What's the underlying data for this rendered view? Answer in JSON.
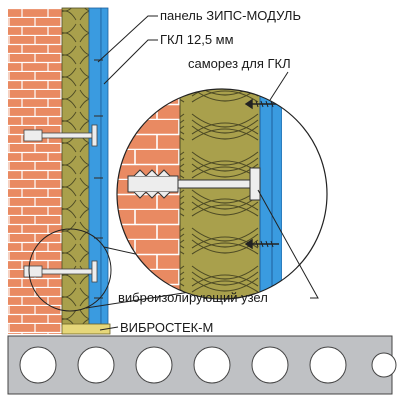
{
  "labels": {
    "panel": "панель ЗИПС-МОДУЛЬ",
    "gkl": "ГКЛ 12,5 мм",
    "screw": "саморез для ГКЛ",
    "node": "виброизолирующий узел",
    "vibrostek": "ВИБРОСТЕК-М"
  },
  "colors": {
    "brick": "#e98a62",
    "mortar": "#ffffff",
    "wool": "#a9a04c",
    "wool_line": "#4d4a24",
    "gkl": "#3a9be0",
    "gkl_dark": "#1f5f9c",
    "slab": "#bfc1c4",
    "vibrostek": "#e6d77a",
    "fastener": "#ededed"
  },
  "icons": {
    "brick_wall": "brick-wall",
    "mineral_wool": "mineral-wool-layer",
    "drywall": "drywall-layer",
    "anchor": "vibration-anchor",
    "screw": "drywall-screw",
    "floor_slab": "hollow-core-slab"
  }
}
